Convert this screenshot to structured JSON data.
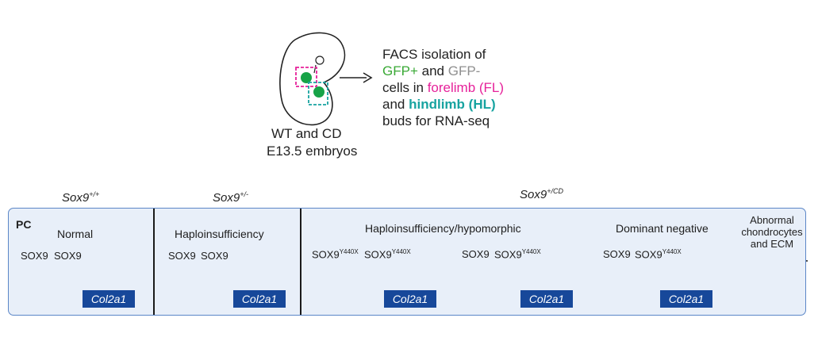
{
  "colors": {
    "gfp_pos": "#39a935",
    "gfp_neg": "#8f8f8f",
    "forelimb": "#e6219a",
    "hindlimb": "#17a3a0",
    "panel_fill": "#e8eff9",
    "panel_border": "#5b86c7",
    "gene_box": "#17489a",
    "sox9_wt": "#3e9a5c",
    "sox9_wt_faded": "#a8d6b6",
    "sox9_mutant": "#e36a6a"
  },
  "top": {
    "embryo_label_line1": "WT and CD",
    "embryo_label_line2": "E13.5 embryos",
    "facs": {
      "line1": "FACS isolation of",
      "gfp_pos": "GFP+",
      "and": "and",
      "gfp_neg": "GFP-",
      "cells_in": "cells in",
      "forelimb": "forelimb (FL)",
      "and2": "and",
      "hindlimb": "hindlimb (HL)",
      "line5": "buds for RNA-seq"
    }
  },
  "genotypes": {
    "wt": {
      "base": "Sox9",
      "sup": "+/+"
    },
    "het": {
      "base": "Sox9",
      "sup": "+/-"
    },
    "cd": {
      "base": "Sox9",
      "sup": "+/CD"
    }
  },
  "panel": {
    "pc_label": "PC",
    "sections": {
      "normal": "Normal",
      "haplo": "Haploinsufficiency",
      "hypo": "Haploinsufficiency/hypomorphic",
      "dominant": "Dominant negative"
    },
    "protein": {
      "wt": "SOX9",
      "mut_base": "SOX9",
      "mut_sup": "Y440X"
    },
    "gene": "Col2a1",
    "abnormal": {
      "line1": "Abnormal",
      "line2": "chondrocytes",
      "line3": "and ECM"
    }
  }
}
